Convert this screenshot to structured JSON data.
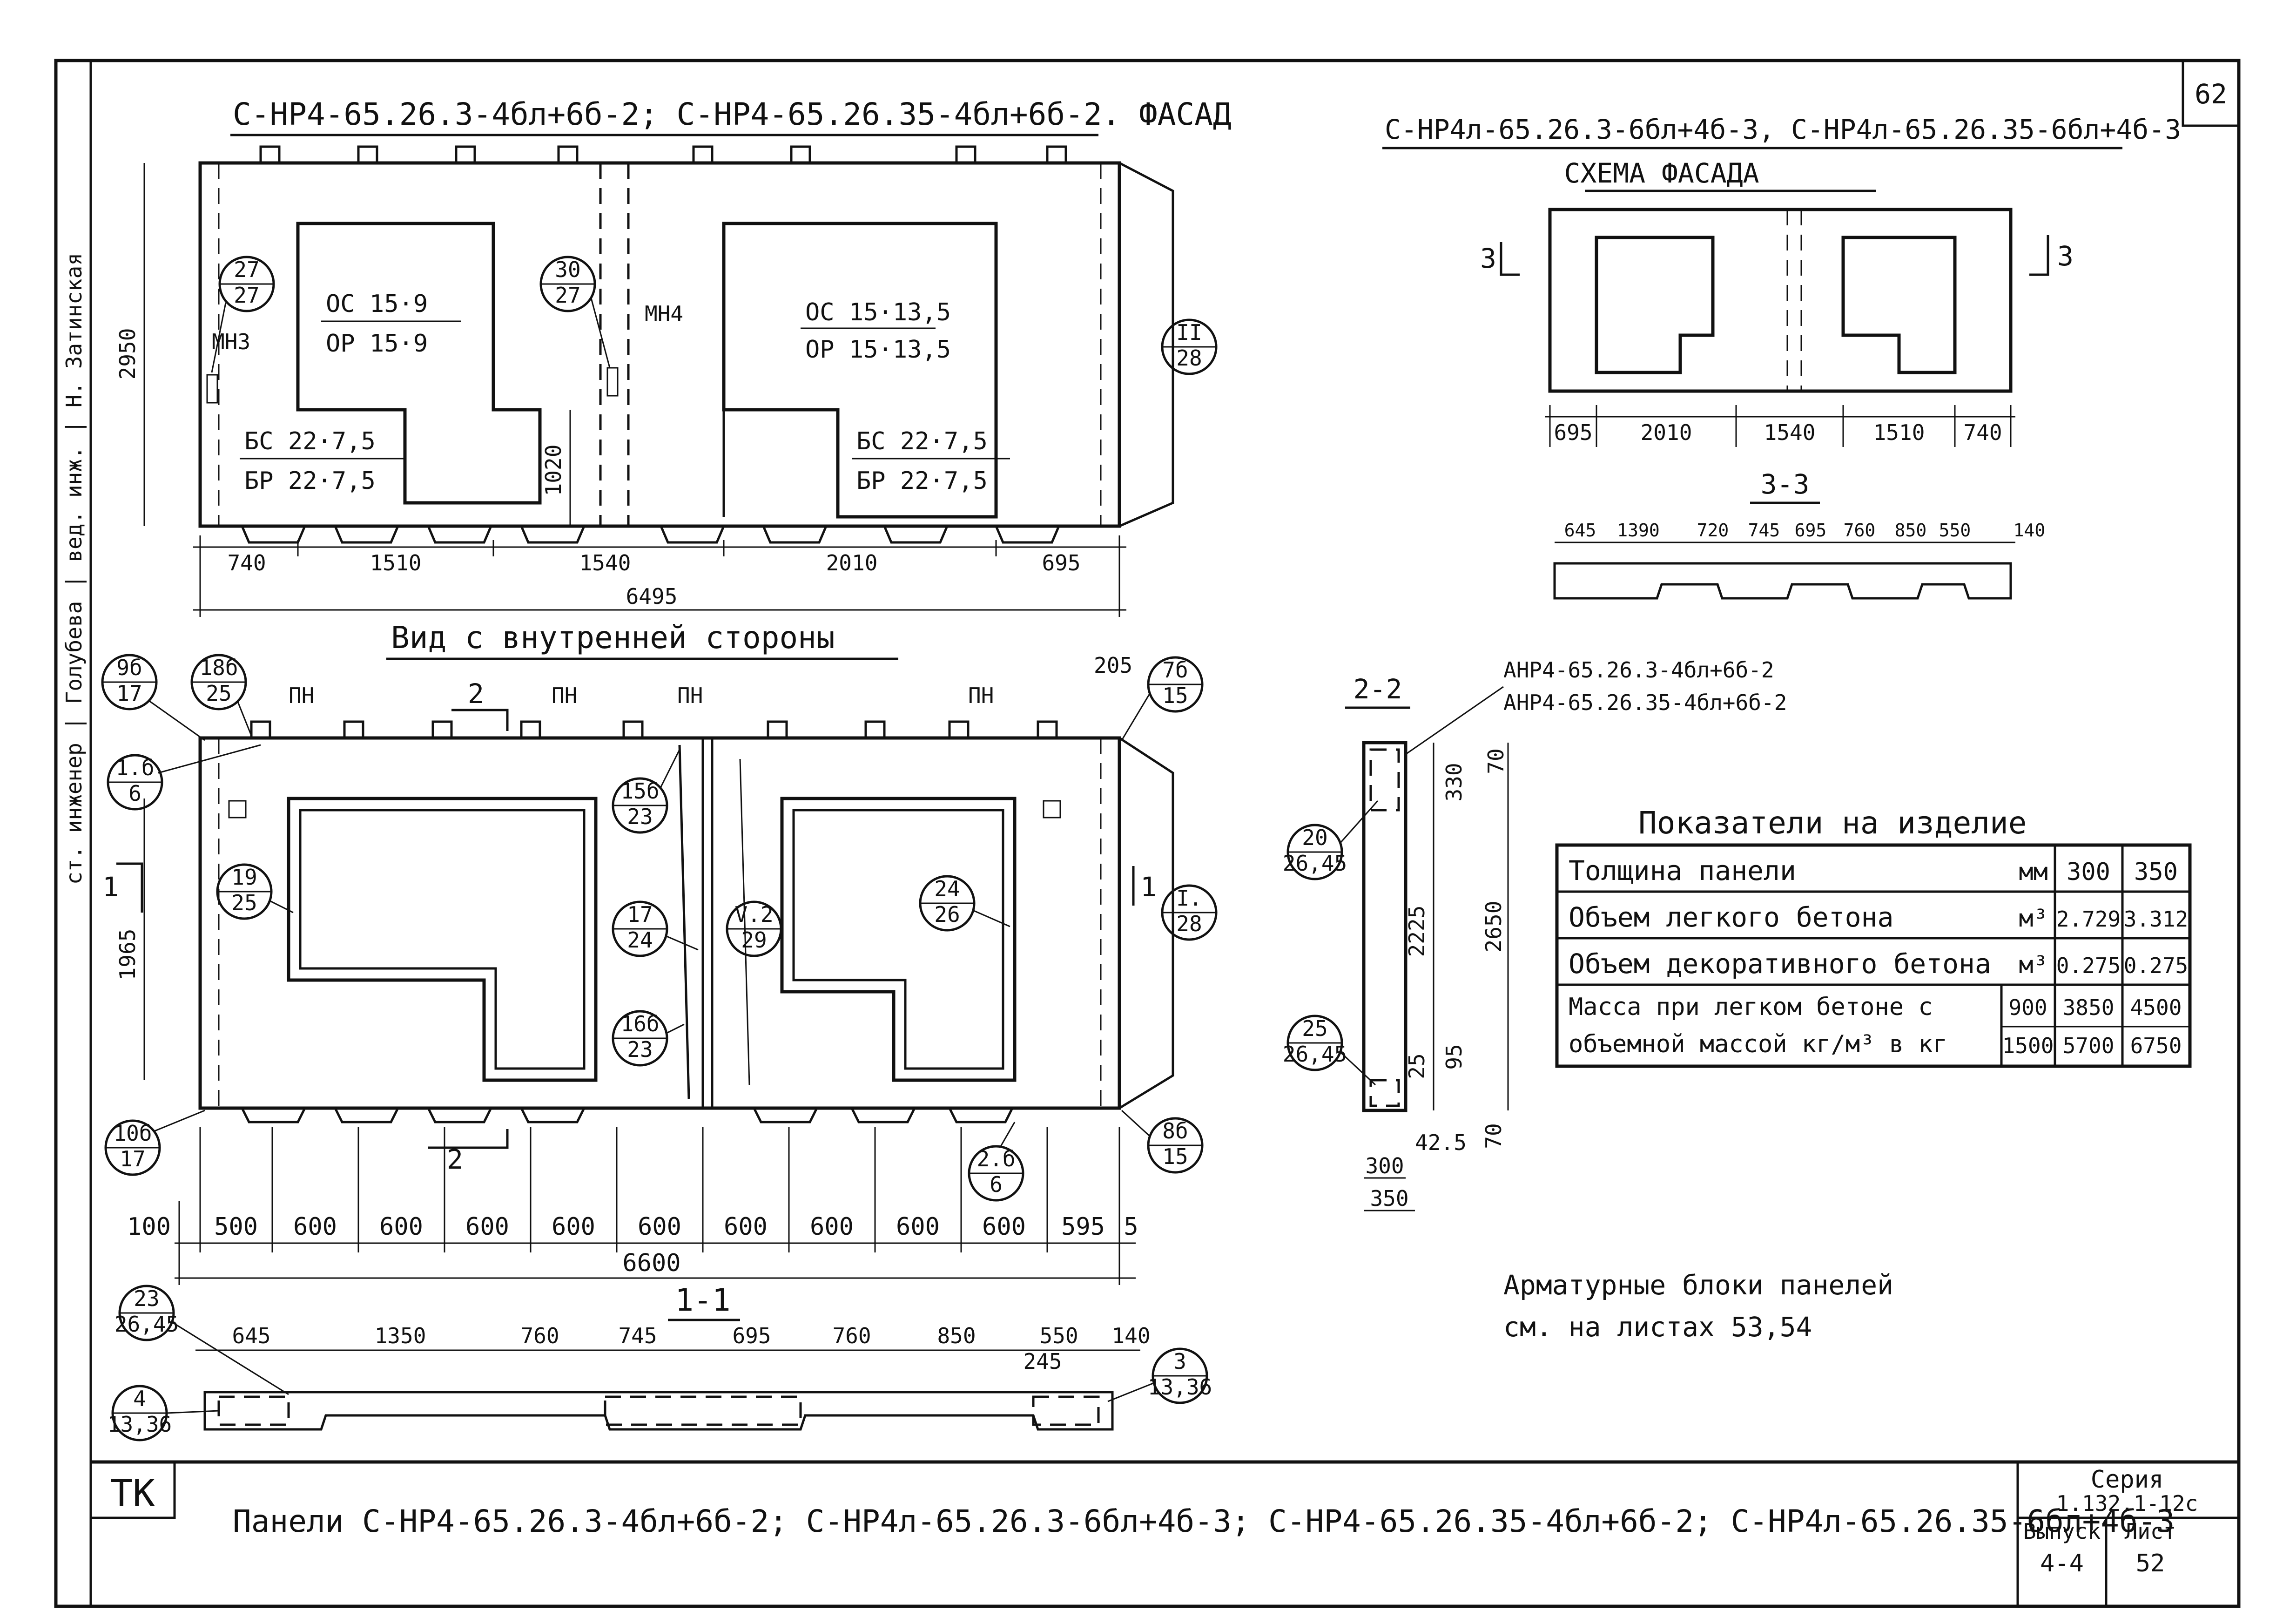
{
  "sheet": {
    "number": "62",
    "facade_title": "С-НР4-65.26.3-4бл+6б-2; С-НР4-65.26.35-4бл+6б-2. ФАСАД",
    "inner_view_title": "Вид с внутренней стороны",
    "note_line1": "Арматурные блоки панелей",
    "note_line2": "см. на листах 53,54"
  },
  "facade": {
    "opening1_line1": "ОС 15·9",
    "opening1_line2": "ОР 15·9",
    "opening2_line1": "ОС 15·13,5",
    "opening2_line2": "ОР 15·13,5",
    "door1_line1": "БС 22·7,5",
    "door1_line2": "БР 22·7,5",
    "door2_line1": "БС 22·7,5",
    "door2_line2": "БР 22·7,5",
    "mn3": "МН3",
    "mn4": "МН4",
    "height_dim": "2950",
    "dim_1020": "1020",
    "dims": [
      "740",
      "1510",
      "1540",
      "2010",
      "695"
    ],
    "total": "6495",
    "callouts": [
      {
        "top": "27",
        "bottom": "27"
      },
      {
        "top": "30",
        "bottom": "27"
      },
      {
        "top": "II",
        "bottom": "28"
      }
    ]
  },
  "scheme": {
    "title": "С-НР4л-65.26.3-6бл+4б-3, С-НР4л-65.26.35-6бл+4б-3",
    "subtitle": "СХЕМА ФАСАДА",
    "cut_left": "3",
    "cut_right": "3",
    "dims": [
      "695",
      "2010",
      "1540",
      "1510",
      "740"
    ],
    "section_title": "3-3",
    "section_dims": [
      "645",
      "1390",
      "720",
      "745",
      "695",
      "760",
      "850",
      "550",
      "140"
    ]
  },
  "inner": {
    "pn": [
      "ПН",
      "ПН",
      "ПН",
      "ПН"
    ],
    "cut_mark": "2",
    "cut_mark_bottom": "2",
    "side_mark": "1",
    "side_mark_right": "1",
    "dim_205": "205",
    "dim_1965": "1965",
    "dims": [
      "100",
      "500",
      "600",
      "600",
      "600",
      "600",
      "600",
      "600",
      "600",
      "600",
      "600",
      "595",
      "5"
    ],
    "total": "6600",
    "callouts": [
      {
        "top": "9б",
        "bottom": "17"
      },
      {
        "top": "18б",
        "bottom": "25"
      },
      {
        "top": "1.б",
        "bottom": "6"
      },
      {
        "top": "19",
        "bottom": "25"
      },
      {
        "top": "10б",
        "bottom": "17"
      },
      {
        "top": "15б",
        "bottom": "23"
      },
      {
        "top": "17",
        "bottom": "24"
      },
      {
        "top": "16б",
        "bottom": "23"
      },
      {
        "top": "V.2",
        "bottom": "29"
      },
      {
        "top": "24",
        "bottom": "26"
      },
      {
        "top": "2.б",
        "bottom": "6"
      },
      {
        "top": "7б",
        "bottom": "15"
      },
      {
        "top": "I.",
        "bottom": "28"
      },
      {
        "top": "8б",
        "bottom": "15"
      }
    ]
  },
  "section11": {
    "title": "1-1",
    "dims": [
      "645",
      "1350",
      "760",
      "745",
      "695",
      "760",
      "850",
      "550",
      "140"
    ],
    "dim_245": "245",
    "callouts": [
      {
        "top": "23",
        "bottom": "26,45"
      },
      {
        "top": "4",
        "bottom": "13,36"
      },
      {
        "top": "3",
        "bottom": "13,36"
      }
    ]
  },
  "section22": {
    "title": "2-2",
    "label_line1": "АНР4-65.26.3-4бл+6б-2",
    "label_line2": "АНР4-65.26.35-4бл+6б-2",
    "dims_v": [
      "330",
      "70",
      "2225",
      "2650",
      "95",
      "25",
      "70"
    ],
    "dim_42": "42.5",
    "dim_300": "300",
    "dim_350": "350",
    "callouts": [
      {
        "top": "20",
        "bottom": "26,45"
      },
      {
        "top": "25",
        "bottom": "26,45"
      }
    ]
  },
  "table": {
    "title": "Показатели на изделие",
    "rows": [
      {
        "label": "Толщина панели",
        "unit": "мм",
        "v1": "300",
        "v2": "350"
      },
      {
        "label": "Объем легкого бетона",
        "unit": "м³",
        "v1": "2.729",
        "v2": "3.312"
      },
      {
        "label": "Объем декоративного бетона",
        "unit": "м³",
        "v1": "0.275",
        "v2": "0.275"
      }
    ],
    "mass_line1": "Масса при легком бетоне с",
    "mass_line2": "объемной массой кг/м³ в кг",
    "mass_rows": [
      {
        "density": "900",
        "v1": "3850",
        "v2": "4500"
      },
      {
        "density": "1500",
        "v1": "5700",
        "v2": "6750"
      }
    ]
  },
  "stamp": {
    "left_text": "ст. инженер | Голубева | вед. инж. | Н. Затинская",
    "tk": "ТК",
    "title": "Панели С-НР4-65.26.3-4бл+6б-2; С-НР4л-65.26.3-6бл+4б-3; С-НР4-65.26.35-4бл+6б-2; С-НР4л-65.26.35-6бл+4б-3",
    "series_label": "Серия",
    "series_value": "1.132.1-12с",
    "issue_label": "Выпуск",
    "issue_value": "4-4",
    "sheet_label": "Лист",
    "sheet_value": "52"
  }
}
